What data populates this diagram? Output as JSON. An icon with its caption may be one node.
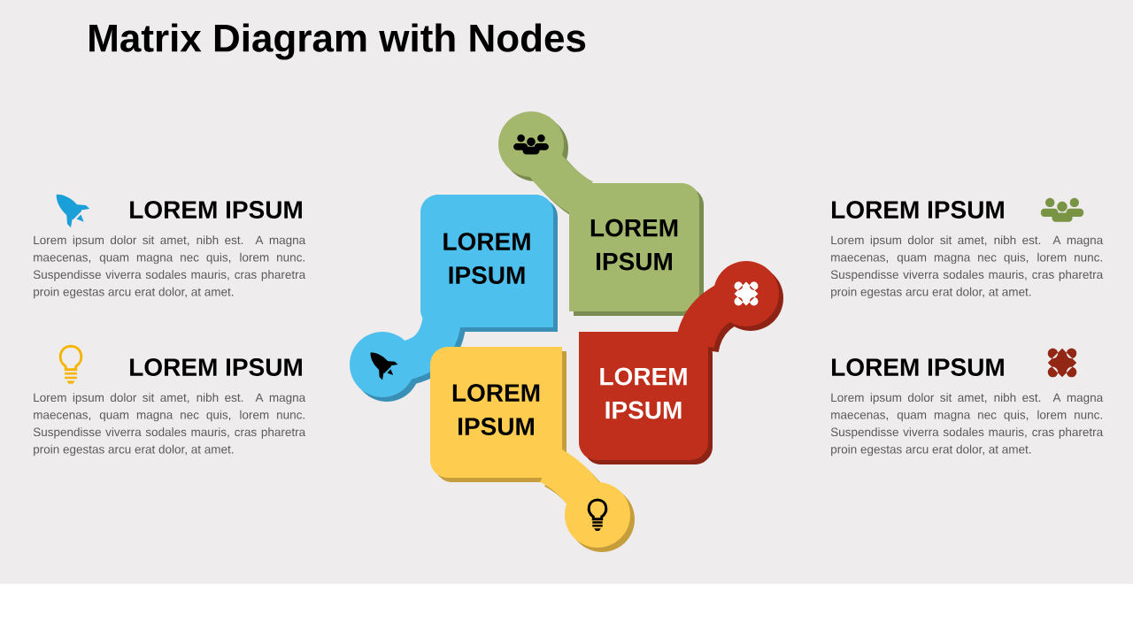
{
  "diagram": {
    "title": "Matrix Diagram with Nodes",
    "nodes": [
      {
        "text": [
          "LOREM IPSUM"
        ]
      },
      {
        "text": [
          "LOREM IPSUM"
        ]
      },
      {
        "text": [
          "LOREM IPSUM"
        ]
      },
      {
        "text": [
          "LOREM IPSUM"
        ]
      }
    ],
    "labels": [
      "LOREM IPSUM",
      "Lorem ipsum dolor sit amet, nibh est. A magna maecenas, quam magna nec quis, lorem nunc. Suspendisse viverra sodales mauris, cras pharetra proin egestas arcu erat dolor, at amet.",
      "LOREM IPSUM",
      "Lorem ipsum dolor sit amet, nibh est. A magna maecenas, quam magna nec quis, lorem nunc. Suspendisse viverra sodales mauris, cras pharetra proin egestas arcu erat dolor, at amet.",
      "LOREM IPSUM",
      "Lorem ipsum dolor sit amet, nibh est. A magna maecenas, quam magna nec quis, lorem nunc. Suspendisse viverra sodales mauris, cras pharetra proin egestas arcu erat dolor, at amet.",
      "LOREM IPSUM",
      "Lorem ipsum dolor sit amet, nibh est. A magna maecenas, quam magna nec quis, lorem nunc. Suspendisse viverra sodales mauris, cras pharetra proin egestas arcu erat dolor, at amet."
    ]
  }
}
